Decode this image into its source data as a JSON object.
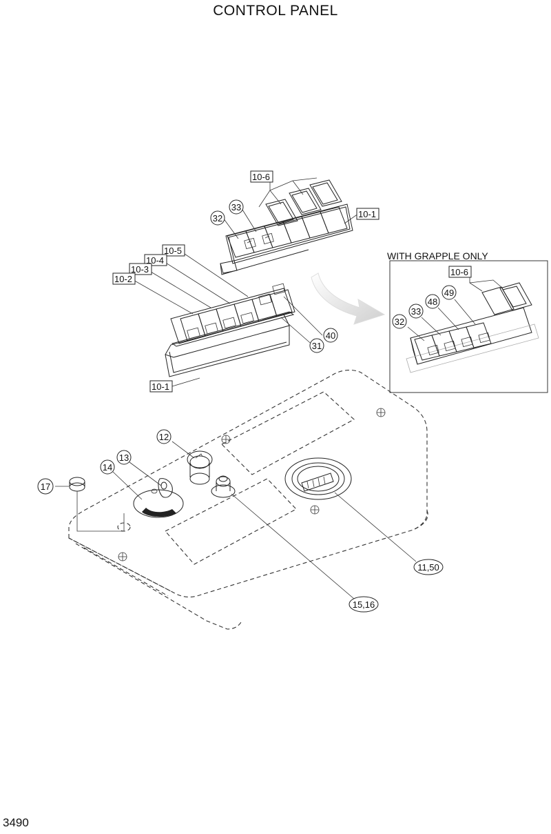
{
  "title": "CONTROL PANEL",
  "page_number": "3490",
  "inset": {
    "caption": "WITH GRAPPLE ONLY"
  },
  "callouts": {
    "c10_6_top": "10-6",
    "c33_top": "33",
    "c32_top": "32",
    "c10_1_top": "10-1",
    "c10_5": "10-5",
    "c10_4": "10-4",
    "c10_3": "10-3",
    "c10_2": "10-2",
    "c40": "40",
    "c31": "31",
    "c10_1_bottom": "10-1",
    "c10_6_inset": "10-6",
    "c49": "49",
    "c48": "48",
    "c33_inset": "33",
    "c32_inset": "32",
    "c12": "12",
    "c13": "13",
    "c14": "14",
    "c17": "17",
    "c11_50": "11,50",
    "c15_16": "15,16"
  }
}
